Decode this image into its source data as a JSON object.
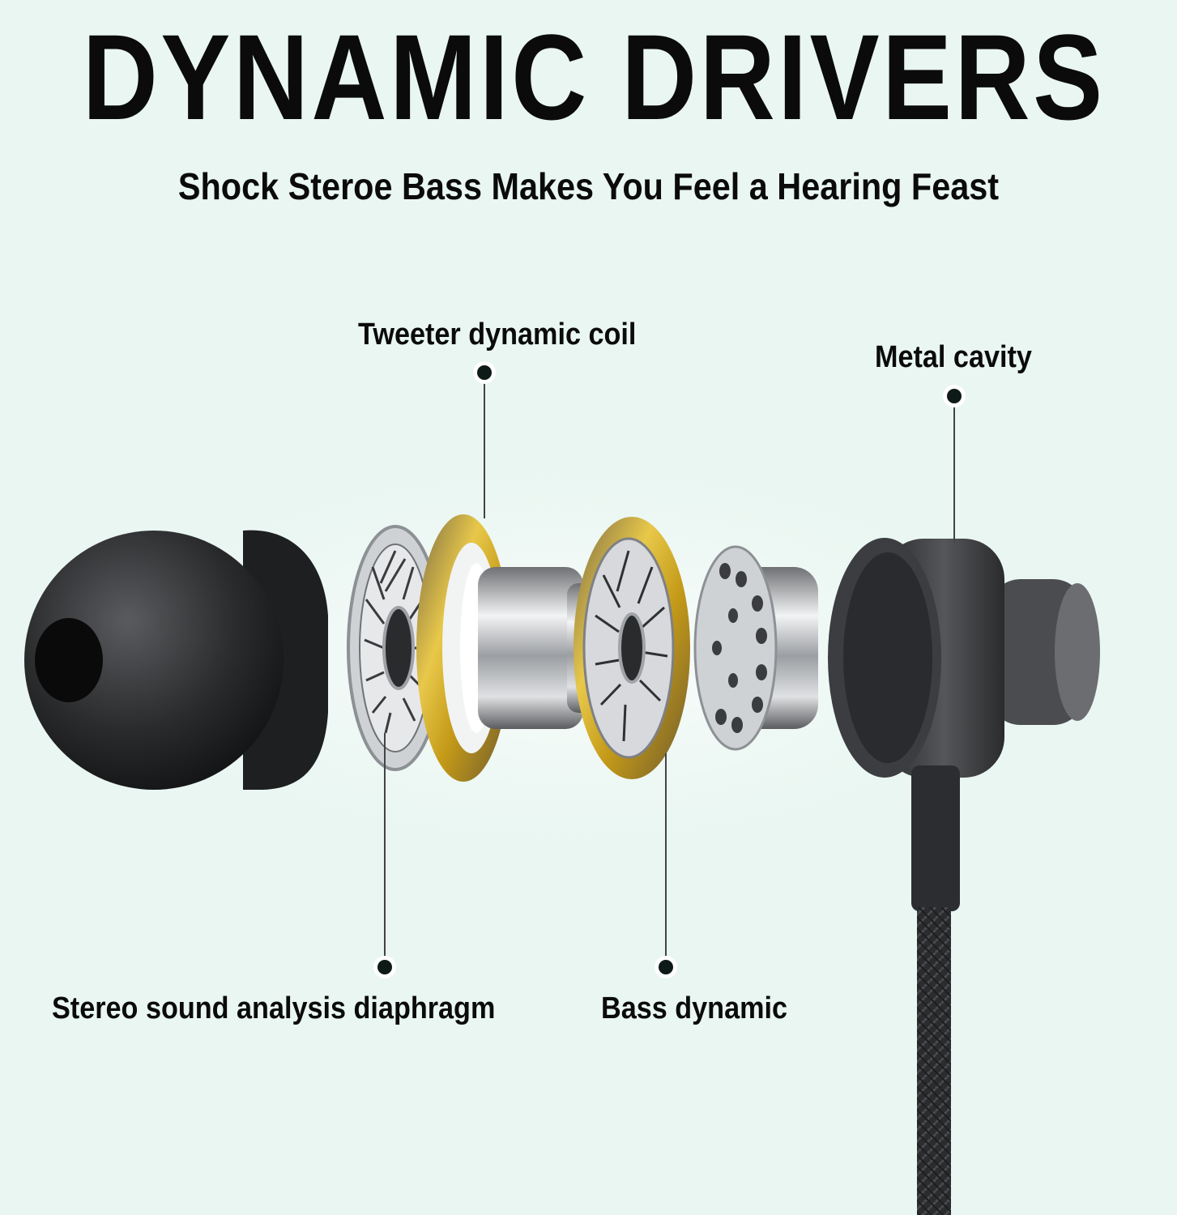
{
  "headline": "DYNAMIC DRIVERS",
  "subtitle": "Shock Steroe Bass Makes You Feel a Hearing Feast",
  "callouts": {
    "tweeter": "Tweeter dynamic coil",
    "metal_cavity": "Metal cavity",
    "diaphragm": "Stereo sound analysis diaphragm",
    "bass": "Bass dynamic"
  },
  "colors": {
    "background": "#e9f6f1",
    "text": "#0b0b0b",
    "gold_ring": "#d6a81e",
    "silver": "#b9bcc0",
    "housing": "#3a3b3e"
  }
}
